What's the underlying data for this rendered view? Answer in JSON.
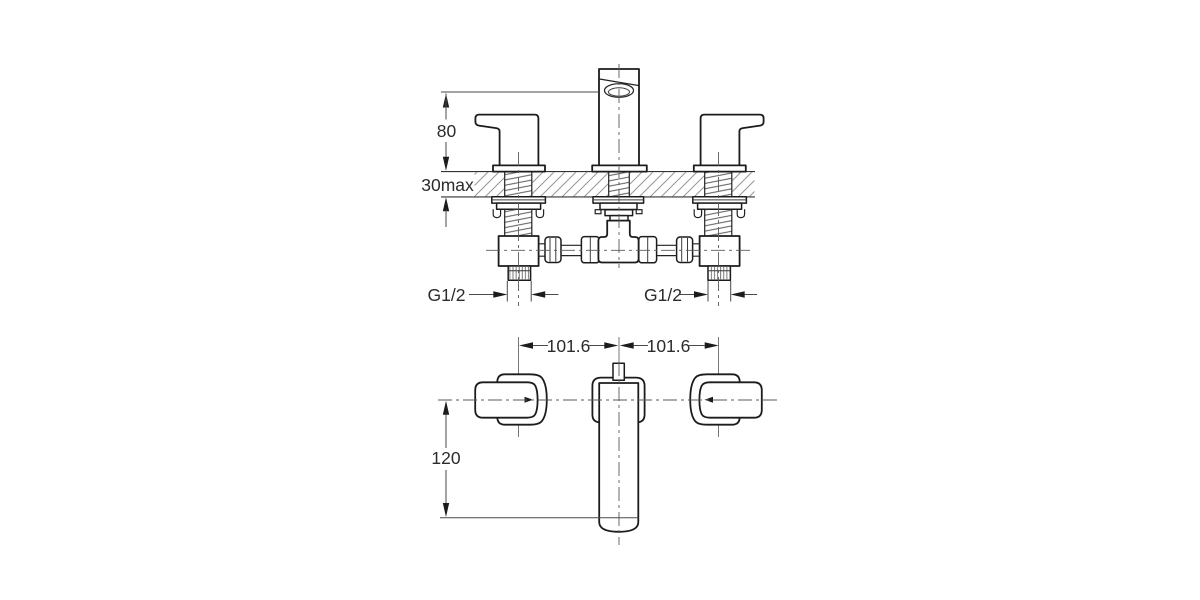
{
  "drawing": {
    "title": "3-hole basin mixer installation drawing",
    "background": "#ffffff",
    "line_color": "#1c1c1c",
    "dim_color": "#4a4a4a",
    "hatch_color": "#979797",
    "front_view": {
      "labels": {
        "spout_height": "80",
        "deck_thickness": "30max",
        "left_connection": "G1/2",
        "right_connection": "G1/2"
      }
    },
    "plan_view": {
      "labels": {
        "left_spacing": "101.6",
        "right_spacing": "101.6",
        "spout_reach": "120"
      }
    }
  }
}
